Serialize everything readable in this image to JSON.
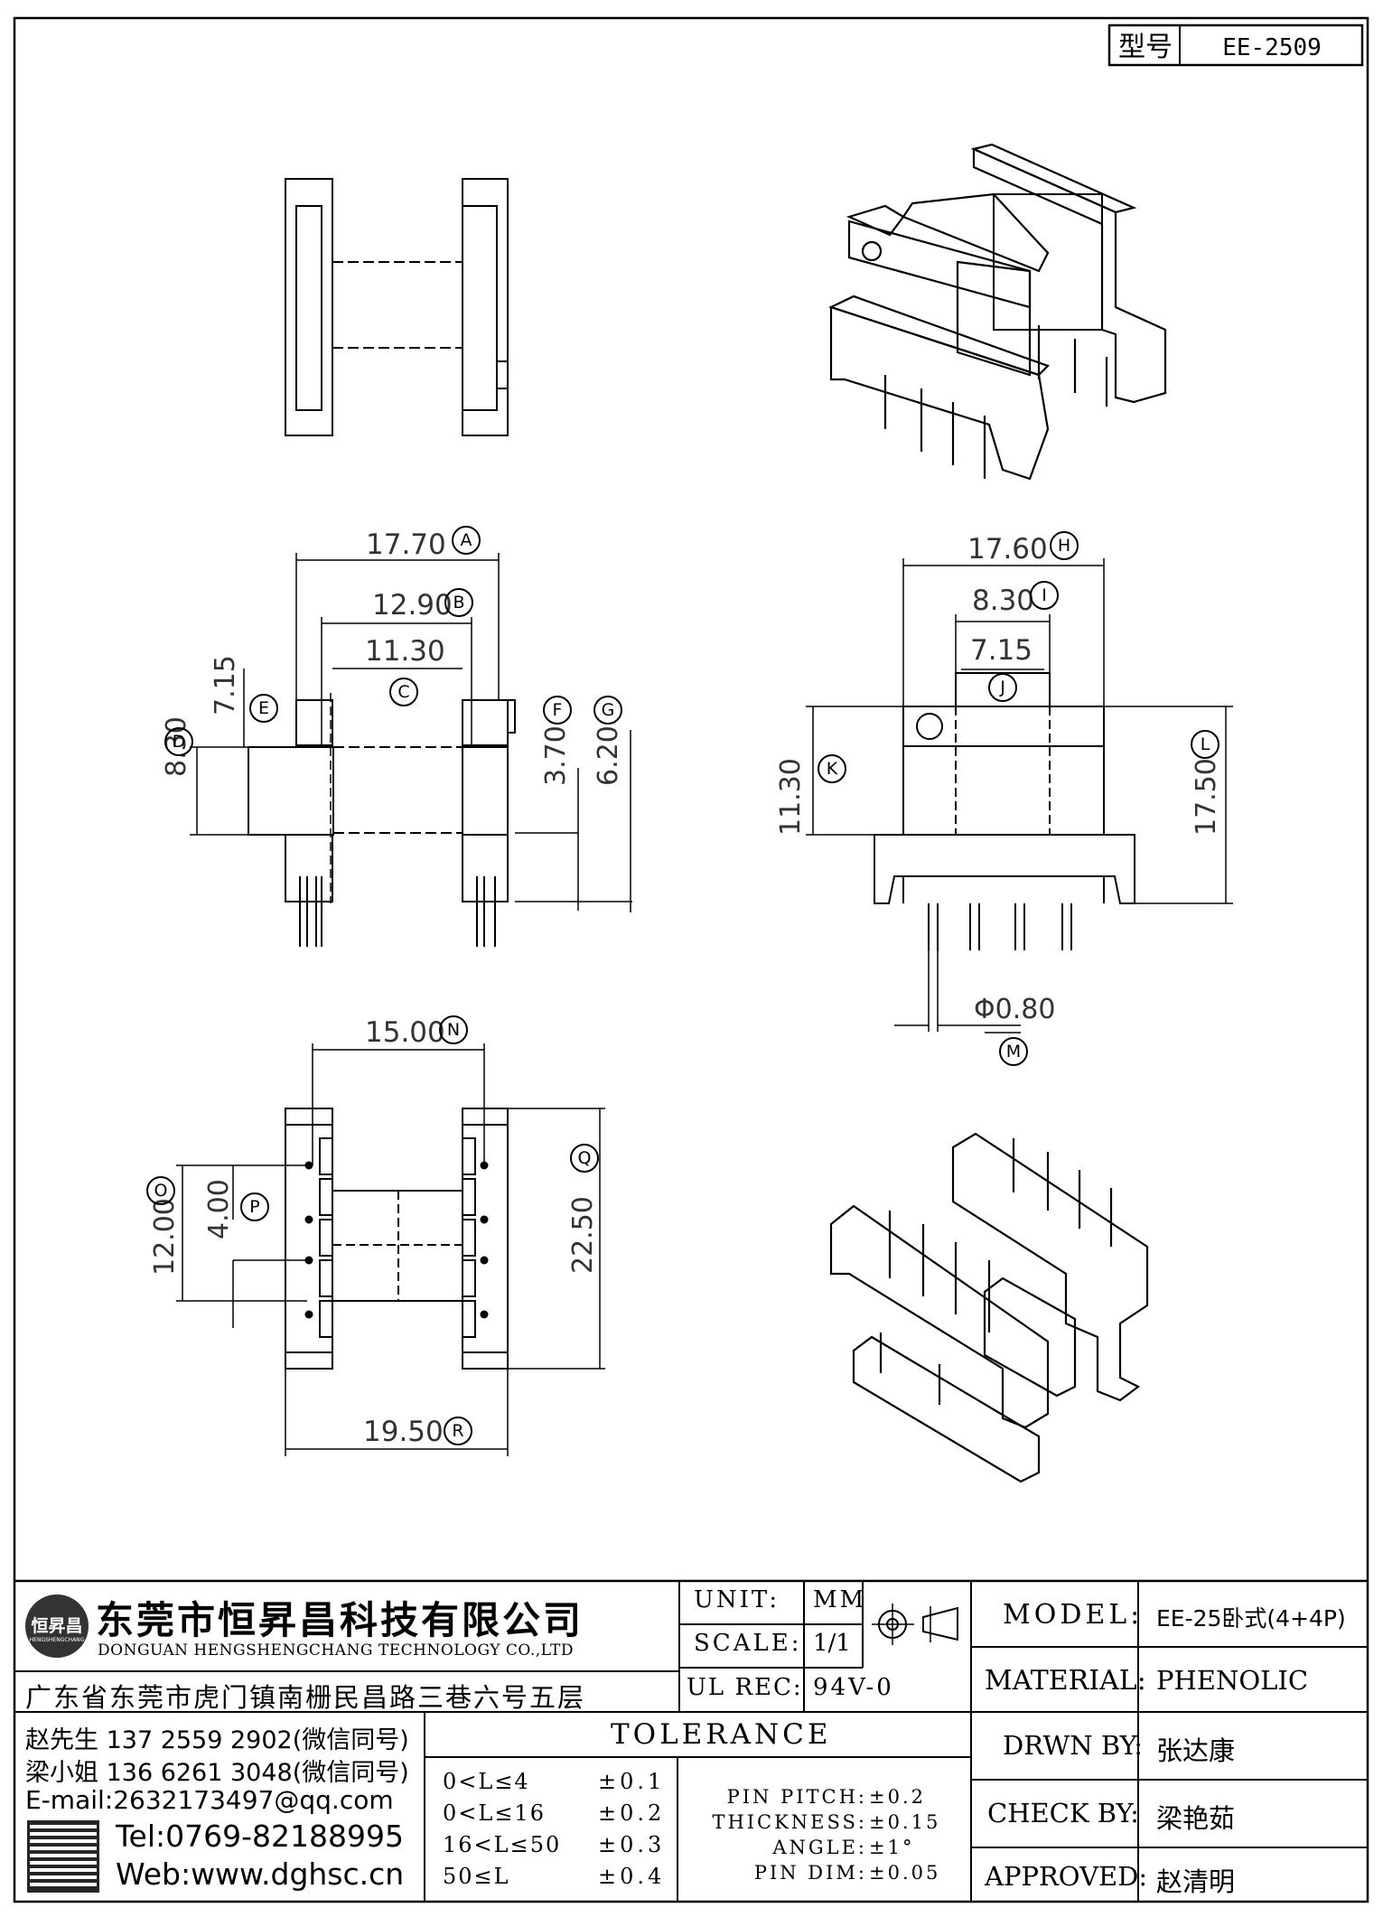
{
  "header": {
    "model_label": "型号",
    "model_value": "EE-2509"
  },
  "dims": {
    "A": {
      "value": "17.70",
      "tag": "A"
    },
    "B": {
      "value": "12.90",
      "tag": "B"
    },
    "C": {
      "value": "11.30",
      "tag": "C"
    },
    "D": {
      "value": "8.30",
      "tag": "D"
    },
    "E": {
      "value": "7.15",
      "tag": "E"
    },
    "F": {
      "value": "3.70",
      "tag": "F"
    },
    "G": {
      "value": "6.20",
      "tag": "G"
    },
    "H": {
      "value": "17.60",
      "tag": "H"
    },
    "I": {
      "value": "8.30",
      "tag": "I"
    },
    "J": {
      "value": "7.15",
      "tag": "J"
    },
    "K": {
      "value": "11.30",
      "tag": "K"
    },
    "L": {
      "value": "17.50",
      "tag": "L"
    },
    "M": {
      "value": "Φ0.80",
      "tag": "M"
    },
    "N": {
      "value": "15.00",
      "tag": "N"
    },
    "O": {
      "value": "12.00",
      "tag": "O"
    },
    "P": {
      "value": "4.00",
      "tag": "P"
    },
    "Q": {
      "value": "22.50",
      "tag": "Q"
    },
    "R": {
      "value": "19.50",
      "tag": "R"
    }
  },
  "company": {
    "name_cn": "东莞市恒昇昌科技有限公司",
    "name_en": "DONGUAN HENGSHENGCHANG TECHNOLOGY CO.,LTD",
    "logo_text": "恒昇昌",
    "logo_sub": "HENGSHENGCHANG",
    "address": "广东省东莞市虎门镇南栅民昌路三巷六号五层",
    "contact1": "赵先生 137 2559 2902(微信同号)",
    "contact2": "梁小姐 136 6261 3048(微信同号)",
    "email": "E-mail:2632173497@qq.com",
    "tel": "Tel:0769-82188995",
    "web": "Web:www.dghsc.cn"
  },
  "spec": {
    "unit_label": "UNIT:",
    "unit_value": "MM",
    "scale_label": "SCALE:",
    "scale_value": "1/1",
    "ulrec_label": "UL REC:",
    "ulrec_value": "94V-0",
    "model_label": "MODEL:",
    "model_value": "EE-25卧式(4+4P)",
    "material_label": "MATERIAL:",
    "material_value": "PHENOLIC",
    "drawn_label": "DRWN BY:",
    "drawn_value": "张达康",
    "check_label": "CHECK BY:",
    "check_value": "梁艳茹",
    "approved_label": "APPROVED:",
    "approved_value": "赵清明"
  },
  "tolerance": {
    "title": "TOLERANCE",
    "rows": [
      {
        "range": "0<L≤4",
        "tol": "±0.1"
      },
      {
        "range": "0<L≤16",
        "tol": "±0.2"
      },
      {
        "range": "16<L≤50",
        "tol": "±0.3"
      },
      {
        "range": "50≤L",
        "tol": "±0.4"
      }
    ],
    "right": [
      {
        "label": "PIN PITCH:",
        "value": "±0.2"
      },
      {
        "label": "THICKNESS:",
        "value": "±0.15"
      },
      {
        "label": "ANGLE:",
        "value": "±1°"
      },
      {
        "label": "PIN DIM:",
        "value": "±0.05"
      }
    ]
  }
}
